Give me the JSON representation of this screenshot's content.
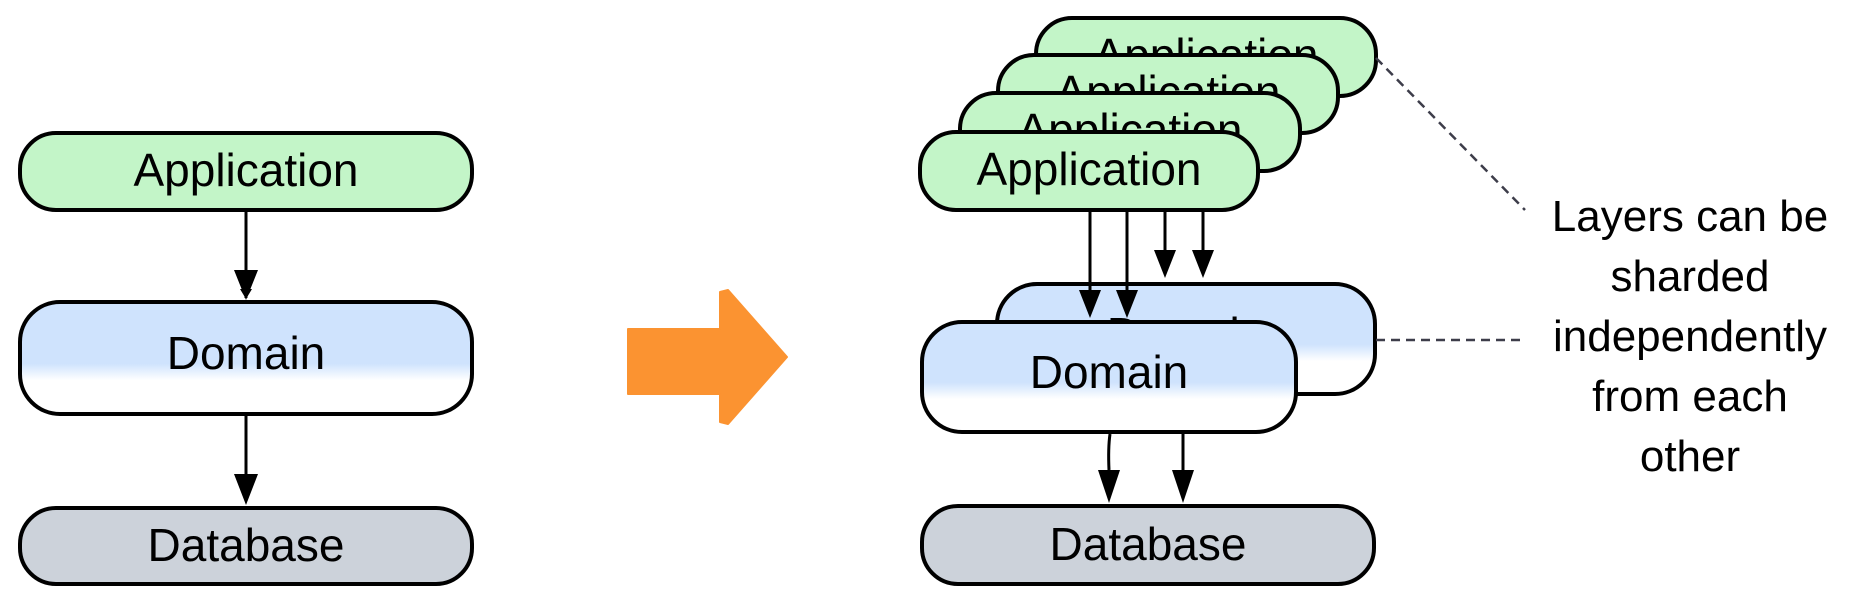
{
  "left_stack": {
    "application_label": "Application",
    "domain_label": "Domain",
    "database_label": "Database"
  },
  "right_stack": {
    "application_label": "Application",
    "domain_label": "Domain",
    "database_label": "Database"
  },
  "annotation": {
    "lines": [
      "Layers can be",
      "sharded",
      "independently",
      "from each",
      "other"
    ]
  },
  "colors": {
    "application_fill": "#c3f5c8",
    "domain_fill": "#cfe3fd",
    "database_fill": "#ccd2da",
    "stroke": "#000000",
    "connector": "#3d3d4a",
    "transition_arrow": "#fb9331"
  }
}
